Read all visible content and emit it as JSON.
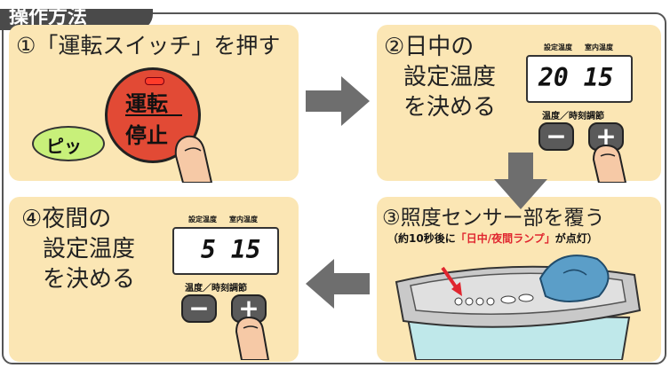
{
  "header": {
    "tab_label": "操作方法"
  },
  "steps": {
    "s1": {
      "title": "①「運転スイッチ」を押す",
      "button_top": "運転",
      "button_bottom": "停止",
      "sound": "ピッ"
    },
    "s2": {
      "title_l1": "②日中の",
      "title_l2": "設定温度",
      "title_l3": "を決める",
      "lcd_label_set": "設定温度",
      "lcd_label_room": "室内温度",
      "lcd_value": "20 15",
      "adjust_label": "温度／時刻調節",
      "minus": "−",
      "plus": "+"
    },
    "s3": {
      "title": "③照度センサー部を覆う",
      "note_prefix": "（約10秒後に",
      "note_highlight": "「日中/夜間ランプ」",
      "note_suffix": "が点灯）"
    },
    "s4": {
      "title_l1": "④夜間の",
      "title_l2": "設定温度",
      "title_l3": "を決める",
      "lcd_label_set": "設定温度",
      "lcd_label_room": "室内温度",
      "lcd_value": "5 15",
      "adjust_label": "温度／時刻調節",
      "minus": "−",
      "plus": "+"
    }
  },
  "colors": {
    "panel_bg": "#fbe6b4",
    "arrow": "#6e6e6e",
    "button_red": "#e23a2a",
    "note_red": "#e0262f"
  }
}
